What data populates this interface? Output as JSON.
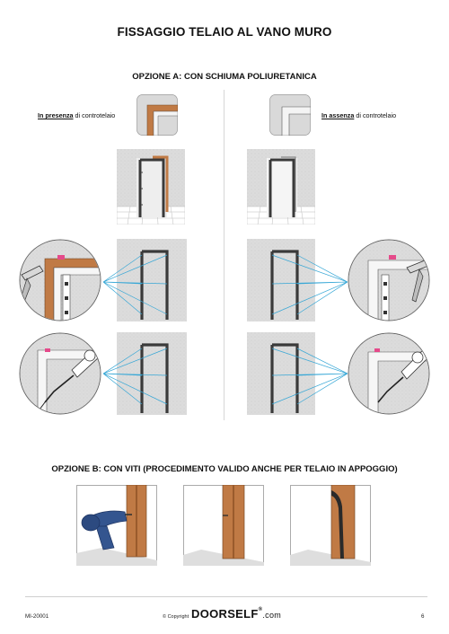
{
  "title": "FISSAGGIO TELAIO AL VANO MURO",
  "option_a": {
    "title": "OPZIONE A: CON SCHIUMA POLIURETANICA",
    "left_label": {
      "underlined": "In presenza",
      "rest": " di controtelaio"
    },
    "right_label": {
      "underlined": "In assenza",
      "rest": " di controtelaio"
    }
  },
  "option_b": {
    "title": "OPZIONE B: CON VITI (PROCEDIMENTO VALIDO ANCHE PER TELAIO IN APPOGGIO)"
  },
  "footer": {
    "code": "MI-20001",
    "copyright": "© Copyright",
    "brand": "DOORSELF",
    "reg": "®",
    "domain": ".com",
    "page_number": "6"
  },
  "colors": {
    "wall": "#dcdcdc",
    "frame": "#3a3a3a",
    "wood": "#c07a45",
    "line": "#37a7d6",
    "pink": "#e54a8a",
    "drill": "#34558f"
  }
}
